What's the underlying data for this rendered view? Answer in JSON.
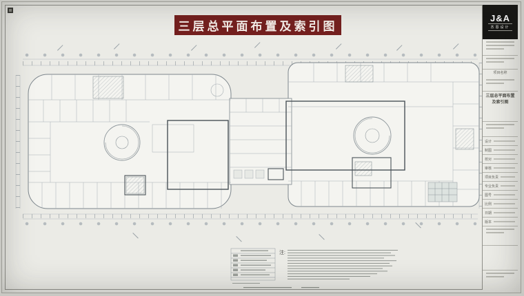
{
  "titlebar": {
    "title": "三层总平面布置及索引图"
  },
  "logo": {
    "name": "J&A",
    "subtitle": "杰恩设计"
  },
  "titleblock": {
    "project_label": "项目名称",
    "drawing_title": "三层总平面布置及索引图",
    "fields": [
      {
        "label": "设计"
      },
      {
        "label": "制图"
      },
      {
        "label": "校对"
      },
      {
        "label": "审核"
      },
      {
        "label": "项目负责"
      },
      {
        "label": "专业负责"
      },
      {
        "label": "图号"
      },
      {
        "label": "比例"
      },
      {
        "label": "日期"
      },
      {
        "label": "版本"
      }
    ]
  },
  "notes": {
    "heading": "注:"
  },
  "colors": {
    "banner": "#74201f",
    "paper": "#ebebe6",
    "line_light": "#aeb5b9",
    "line_mid": "#8d969b",
    "line_dark": "#555d62"
  }
}
